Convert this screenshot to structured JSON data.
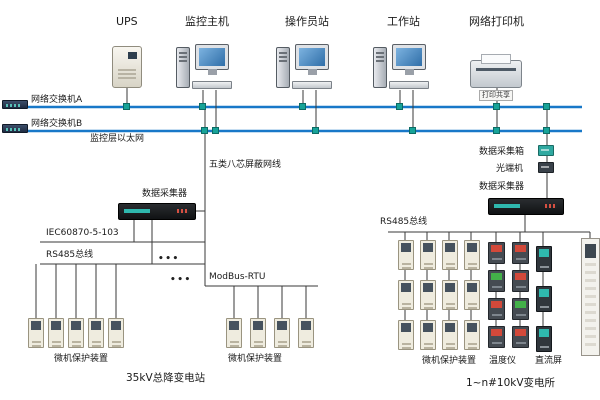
{
  "top": {
    "ups": "UPS",
    "host": "监控主机",
    "operator": "操作员站",
    "workstation": "工作站",
    "printer": "网络打印机",
    "printer_badge": "打印共享"
  },
  "network": {
    "switch_a": "网络交换机A",
    "switch_b": "网络交换机B",
    "ethernet": "监控层以太网",
    "cable": "五类八芯屏蔽网线"
  },
  "left_station": {
    "collector": "数据采集器",
    "protocol_iec": "IEC60870-5-103",
    "protocol_rs485": "RS485总线",
    "protocol_modbus": "ModBus-RTU",
    "dots": "•••",
    "group1": "微机保护装置",
    "group2": "微机保护装置",
    "name": "35kV总降变电站"
  },
  "right_station": {
    "box": "数据采集箱",
    "optical": "光端机",
    "collector": "数据采集器",
    "bus": "RS485总线",
    "protect": "微机保护装置",
    "temperature": "温度仪",
    "dc_panel": "直流屏",
    "name": "1~n#10kV变电所"
  },
  "colors": {
    "bus_line": "#1878c8",
    "wire": "#3a3a3a",
    "tap": "#17a398"
  }
}
